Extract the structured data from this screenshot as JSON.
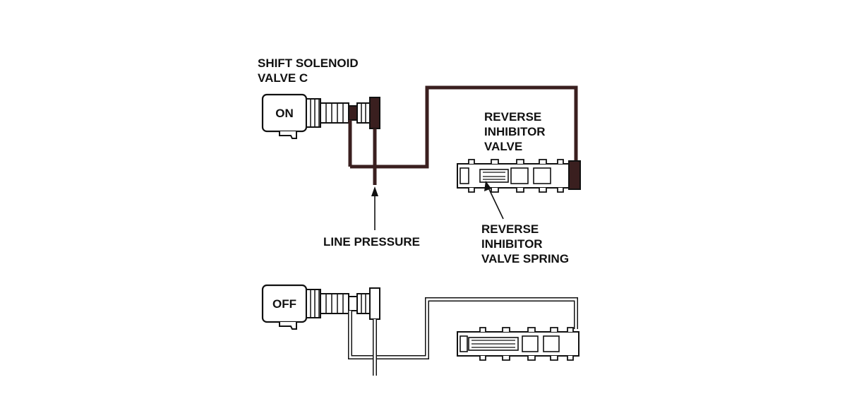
{
  "labels": {
    "solenoid_line1": "SHIFT SOLENOID",
    "solenoid_line2": "VALVE C",
    "on": "ON",
    "off": "OFF",
    "valve_line1": "REVERSE",
    "valve_line2": "INHIBITOR",
    "valve_line3": "VALVE",
    "line_pressure": "LINE PRESSURE",
    "spring_line1": "REVERSE",
    "spring_line2": "INHIBITOR",
    "spring_line3": "VALVE SPRING"
  },
  "colors": {
    "ink": "#111111",
    "fluid_on": "#3a1f1f",
    "background": "#ffffff"
  }
}
